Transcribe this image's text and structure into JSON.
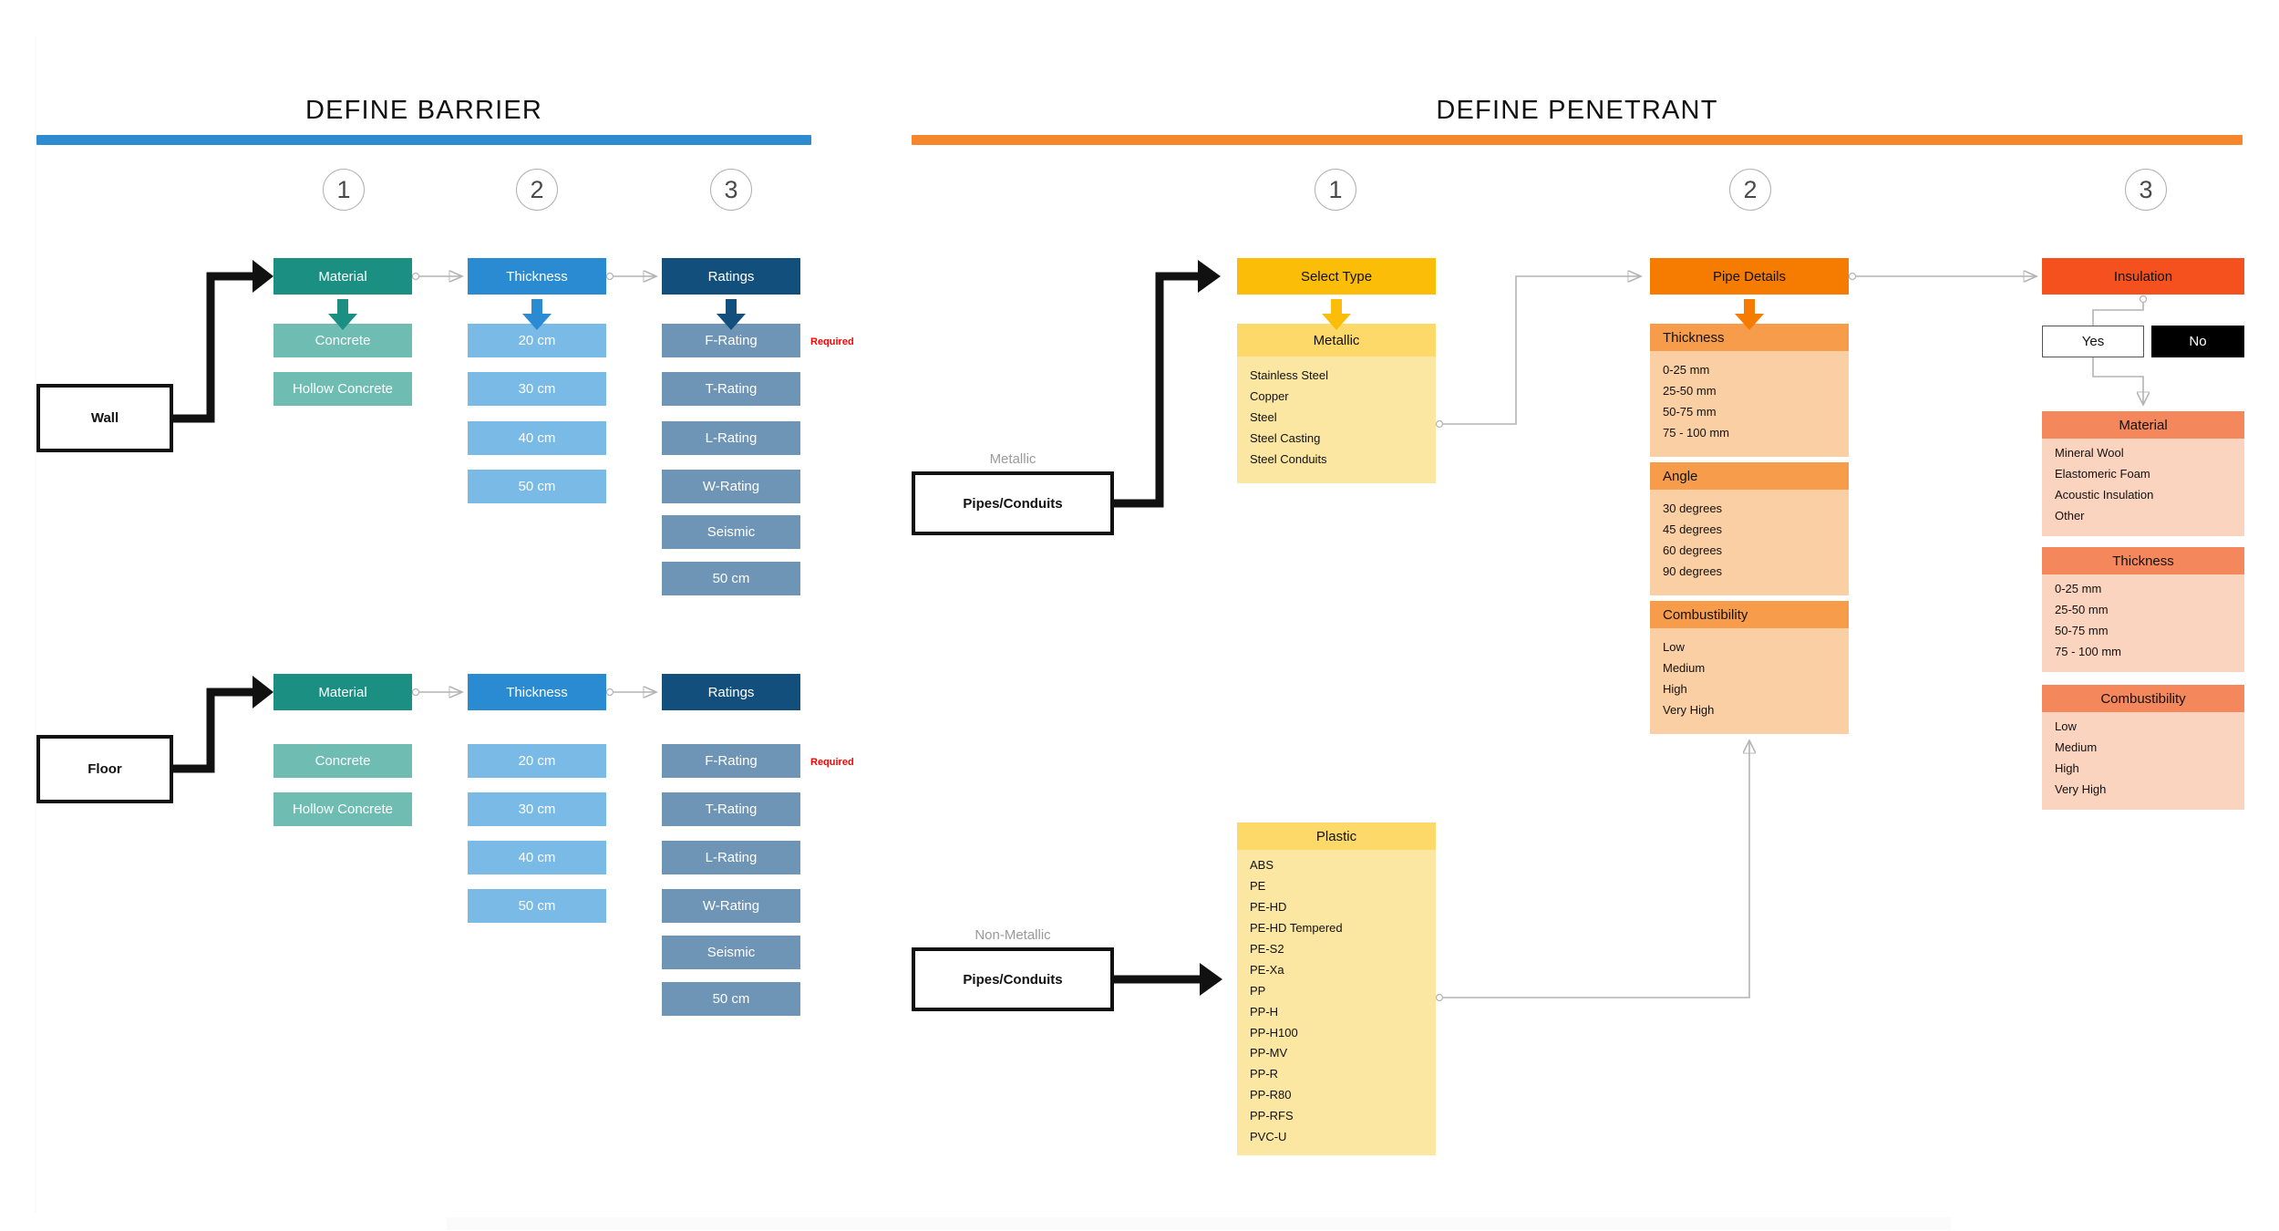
{
  "guides": {
    "left_line_color": "#fafafa",
    "bottom_band_color": "#fbfbfb"
  },
  "sections": [
    {
      "id": "barrier",
      "title": "DEFINE BARRIER",
      "rule_color": "#2e8bd0"
    },
    {
      "id": "penetrant",
      "title": "DEFINE PENETRANT",
      "rule_color": "#f5862c"
    }
  ],
  "barrier": {
    "steps": [
      "1",
      "2",
      "3"
    ],
    "required_label": "Required",
    "rows": [
      {
        "source_label": "Wall",
        "show_arrows": true,
        "columns": [
          {
            "header": "Material",
            "options": [
              "Concrete",
              "Hollow Concrete"
            ]
          },
          {
            "header": "Thickness",
            "options": [
              "20 cm",
              "30 cm",
              "40 cm",
              "50 cm"
            ]
          },
          {
            "header": "Ratings",
            "options": [
              "F-Rating",
              "T-Rating",
              "L-Rating",
              "W-Rating",
              "Seismic",
              "50 cm"
            ]
          }
        ]
      },
      {
        "source_label": "Floor",
        "show_arrows": false,
        "columns": [
          {
            "header": "Material",
            "options": [
              "Concrete",
              "Hollow Concrete"
            ]
          },
          {
            "header": "Thickness",
            "options": [
              "20 cm",
              "30 cm",
              "40 cm",
              "50 cm"
            ]
          },
          {
            "header": "Ratings",
            "options": [
              "F-Rating",
              "T-Rating",
              "L-Rating",
              "W-Rating",
              "Seismic",
              "50 cm"
            ]
          }
        ]
      }
    ]
  },
  "penetrant": {
    "steps": [
      "1",
      "2",
      "3"
    ],
    "sources": [
      {
        "kind_label": "Metallic",
        "box_label": "Pipes/Conduits"
      },
      {
        "kind_label": "Non-Metallic",
        "box_label": "Pipes/Conduits"
      }
    ],
    "step1": {
      "header": "Select Type",
      "groups": [
        {
          "title": "Metallic",
          "options": [
            "Stainless Steel",
            "Copper",
            "Steel",
            "Steel Casting",
            "Steel Conduits"
          ]
        },
        {
          "title": "Plastic",
          "options": [
            "ABS",
            "PE",
            "PE-HD",
            "PE-HD Tempered",
            "PE-S2",
            "PE-Xa",
            "PP",
            "PP-H",
            "PP-H100",
            "PP-MV",
            "PP-R",
            "PP-R80",
            "PP-RFS",
            "PVC-U"
          ]
        }
      ]
    },
    "step2": {
      "header": "Pipe Details",
      "groups": [
        {
          "title": "Thickness",
          "options": [
            "0-25 mm",
            "25-50 mm",
            "50-75 mm",
            "75 - 100 mm"
          ]
        },
        {
          "title": "Angle",
          "options": [
            "30 degrees",
            "45 degrees",
            "60 degrees",
            "90 degrees"
          ]
        },
        {
          "title": "Combustibility",
          "options": [
            "Low",
            "Medium",
            "High",
            "Very High"
          ]
        }
      ]
    },
    "step3": {
      "header": "Insulation",
      "yes_label": "Yes",
      "no_label": "No",
      "groups": [
        {
          "title": "Material",
          "options": [
            "Mineral Wool",
            "Elastomeric Foam",
            "Acoustic Insulation",
            "Other"
          ]
        },
        {
          "title": "Thickness",
          "options": [
            "0-25 mm",
            "25-50 mm",
            "50-75 mm",
            "75 - 100 mm"
          ]
        },
        {
          "title": "Combustibility",
          "options": [
            "Low",
            "Medium",
            "High",
            "Very High"
          ]
        }
      ]
    }
  },
  "icons": {
    "down_arrow": "down-arrow-icon",
    "flow_arrow": "flow-arrow-icon"
  }
}
